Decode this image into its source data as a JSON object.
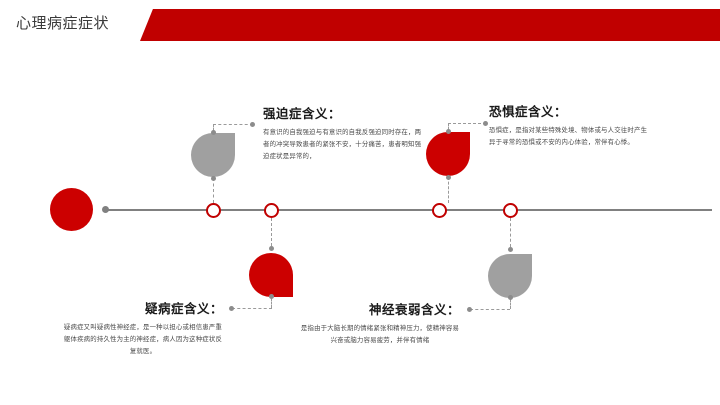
{
  "slide": {
    "title": "心理病症症状",
    "accent_color": "#C00000",
    "red_shape_color": "#CC0000",
    "gray_shape_color": "#A0A0A0",
    "axis_color": "#808080",
    "connector_color": "#9A9A9A"
  },
  "blocks": [
    {
      "id": "obsessive",
      "heading": "强迫症含义：",
      "body": "有意识的自我强迫与有意识的自我反强迫同时存在，两者的冲突导致患者的紧张不安，十分痛苦，患者明知强迫症状是异常的，",
      "marker_color": "#A0A0A0"
    },
    {
      "id": "phobia",
      "heading": "恐惧症含义：",
      "body": "恐惧症，是指对某些特殊处境、物体或与人交往时产生异于寻常的恐惧或不安的内心体验，常伴有心悸。",
      "marker_color": "#CC0000"
    },
    {
      "id": "hypochondria",
      "heading": "疑病症含义：",
      "body": "疑病症又叫疑病性神经症，是一种以担心或相信患严重躯体疾病的持久性为主的神经症，病人因为这种症状反复就医。",
      "marker_color": "#CC0000"
    },
    {
      "id": "neurasthenia",
      "heading": "神经衰弱含义：",
      "body": "是指由于大脑长期的情绪紧张和精神压力，使精神容易兴奋或脑力容易疲劳，并伴有情绪",
      "marker_color": "#A0A0A0"
    }
  ]
}
